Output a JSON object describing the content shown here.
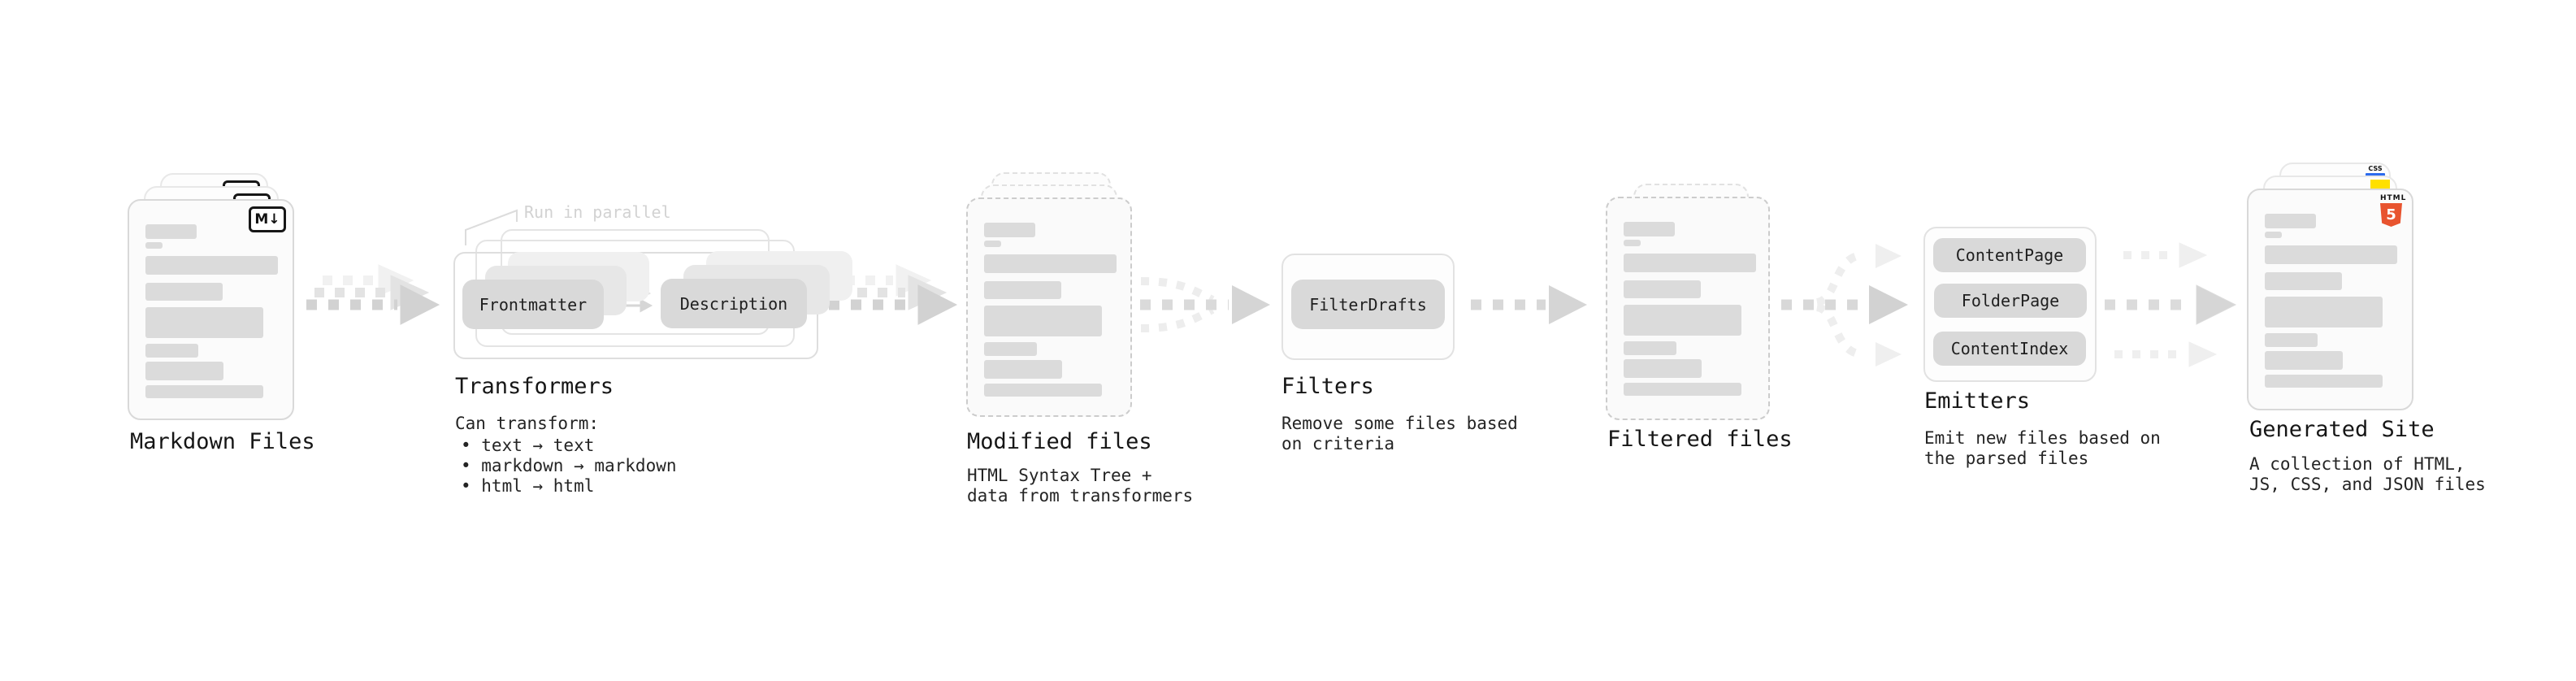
{
  "stages": {
    "markdown_files": {
      "title": "Markdown Files",
      "badge": "M↓"
    },
    "transformers": {
      "title": "Transformers",
      "note": "Run in parallel",
      "pill_a": "Frontmatter",
      "pill_b": "Description",
      "caption": "Can transform:",
      "bullets": [
        "• text → text",
        "• markdown → markdown",
        "• html → html"
      ]
    },
    "modified_files": {
      "title": "Modified files",
      "caption": [
        "HTML Syntax Tree +",
        "data from transformers"
      ]
    },
    "filters": {
      "title": "Filters",
      "pill": "FilterDrafts",
      "caption": [
        "Remove some files based",
        "on criteria"
      ]
    },
    "filtered_files": {
      "title": "Filtered files"
    },
    "emitters": {
      "title": "Emitters",
      "pills": [
        "ContentPage",
        "FolderPage",
        "ContentIndex"
      ],
      "caption": [
        "Emit new files based on",
        "the parsed files"
      ]
    },
    "generated_site": {
      "title": "Generated Site",
      "caption": [
        "A collection of HTML,",
        "JS, CSS, and JSON files"
      ],
      "html_badge_label": "HTML",
      "html_badge_number": "5",
      "css_badge_label": "CSS"
    }
  },
  "colors": {
    "html5_orange": "#e8542f",
    "js_yellow": "#ffe000",
    "css_blue": "#2c6bed",
    "pill_gray": "#d9d9d9",
    "arrow_gray": "#d2d2d2",
    "skeleton_bar_gray": "#dbdbdb"
  }
}
